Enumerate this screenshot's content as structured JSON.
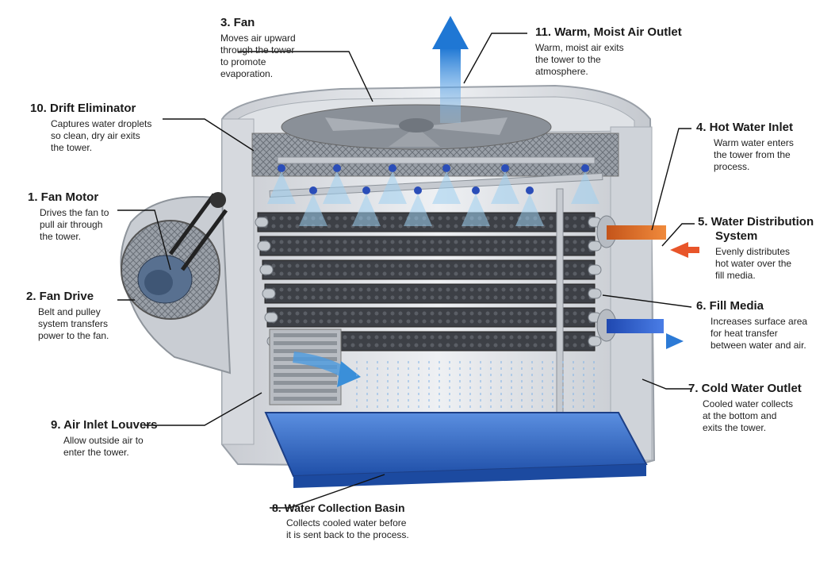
{
  "labels": [
    {
      "id": "fan",
      "title": "3. Fan",
      "lines": [
        "Moves air upward",
        "through the tower",
        "to promote",
        "evaporation."
      ]
    },
    {
      "id": "outlet",
      "title": "11. Warm, Moist Air Outlet",
      "lines": [
        "Warm, moist air exits",
        "the tower to the",
        "atmosphere."
      ]
    },
    {
      "id": "drift",
      "title": "10. Drift Eliminator",
      "lines": [
        "Captures water droplets",
        "so clean, dry air exits",
        "the tower."
      ]
    },
    {
      "id": "motor",
      "title": "1. Fan Motor",
      "lines": [
        "Drives the fan to",
        "pull air through",
        "the tower."
      ]
    },
    {
      "id": "drive",
      "title": "2. Fan Drive",
      "lines": [
        "Belt and pulley",
        "system transfers",
        "power to the fan."
      ]
    },
    {
      "id": "hotinlet",
      "title": "4. Hot Water Inlet",
      "lines": [
        "Warm water enters",
        "the tower from the",
        "process."
      ]
    },
    {
      "id": "distribution",
      "title": "5. Water Distribution",
      "title2": "System",
      "lines": [
        "Evenly distributes",
        "hot water over the",
        "fill media."
      ]
    },
    {
      "id": "fill",
      "title": "6. Fill Media",
      "lines": [
        "Increases surface area",
        "for heat transfer",
        "between water and air."
      ]
    },
    {
      "id": "coldoutlet",
      "title": "7. Cold Water Outlet",
      "lines": [
        "Cooled water collects",
        "at the bottom and",
        "exits the tower."
      ]
    },
    {
      "id": "louvers",
      "title": "9. Air Inlet Louvers",
      "lines": [
        "Allow outside air to",
        "enter the tower."
      ]
    },
    {
      "id": "basin",
      "title": "8. Water Collection Basin",
      "lines": [
        "Collects cooled water before",
        "it is sent back to the process."
      ]
    }
  ],
  "colors": {
    "airflow": "#3a8fd9",
    "hot_pipe": "#e06a22",
    "cold_pipe": "#2f5fd0",
    "basin_water": "#2f6fcc",
    "housing": "#d8dbe0",
    "fill": "#3c3f44"
  }
}
